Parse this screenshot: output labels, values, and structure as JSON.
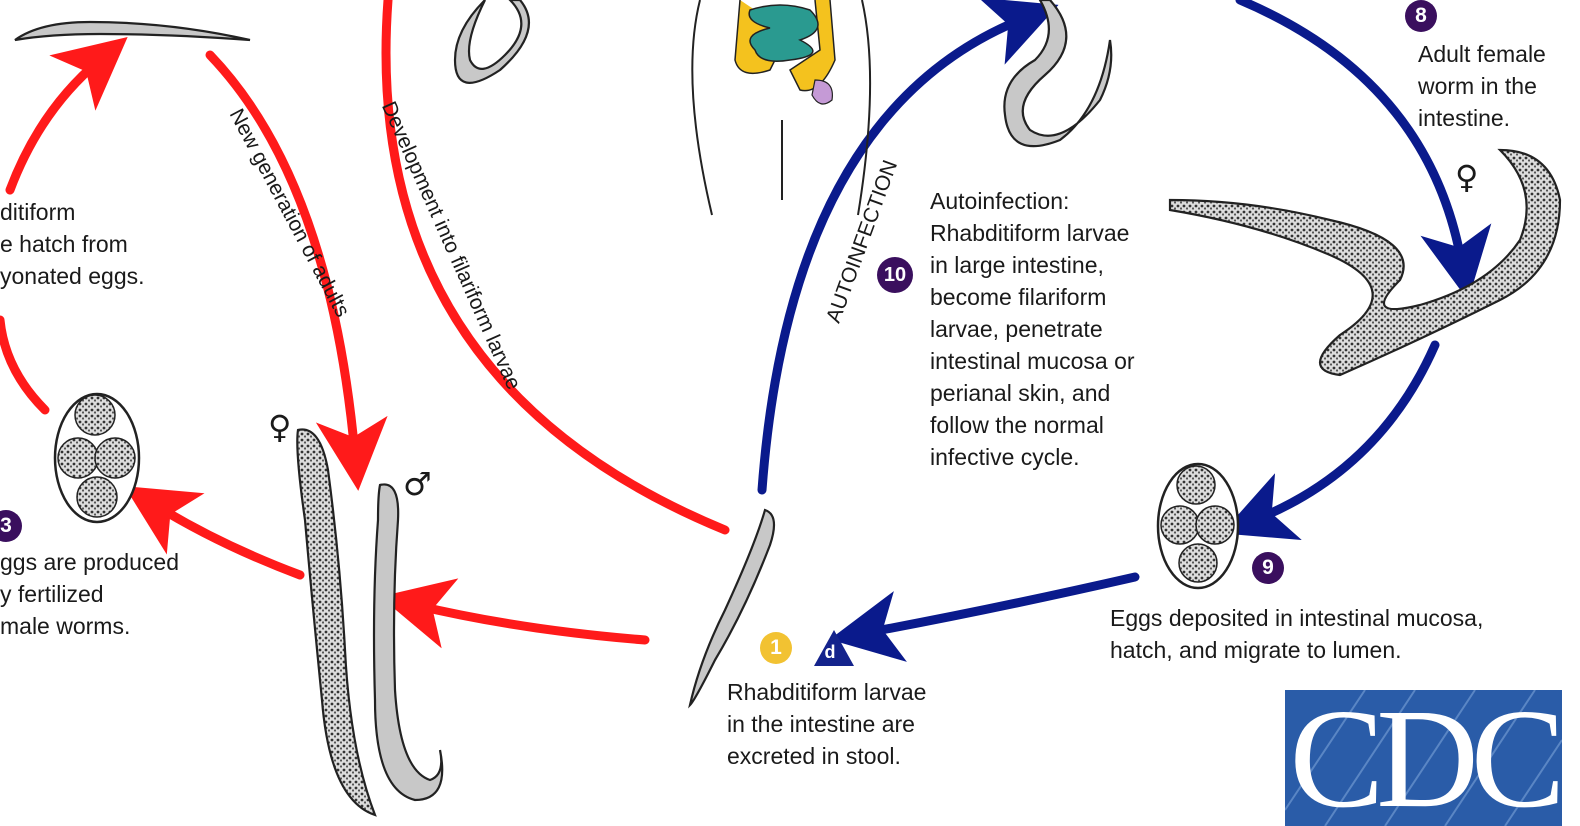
{
  "stages": {
    "s1": {
      "num": "1",
      "dx": "d",
      "text": "Rhabditiform larvae\nin the intestine are\nexcreted in stool."
    },
    "s3": {
      "num": "3",
      "text": "ggs are produced\ny fertilized\nmale worms."
    },
    "s2_partial": {
      "text": "ditiform\ne hatch from\nyonated eggs."
    },
    "s8": {
      "num": "8",
      "text": "Adult female\nworm in the\nintestine."
    },
    "s9": {
      "num": "9",
      "text": "Eggs deposited in intestinal mucosa,\nhatch, and migrate to lumen."
    },
    "s10": {
      "num": "10",
      "text": "Autoinfection:\nRhabditiform larvae\nin large intestine,\nbecome filariform\nlarvae, penetrate\nintestinal mucosa or\nperianal skin, and\nfollow the normal\ninfective cycle."
    }
  },
  "path_labels": {
    "new_generation": "New generation of adults",
    "filariform": "Development into filariform larvae",
    "autoinfection": "AUTOINFECTION"
  },
  "symbols": {
    "female": "♀",
    "male": "♂"
  },
  "logo": {
    "text": "CDC"
  },
  "colors": {
    "free_living_arrow": "#ff1a1a",
    "autoinfection_arrow": "#0a1a8c",
    "badge_purple": "#3a0f5e",
    "badge_yellow": "#f2c232",
    "badge_blue": "#14238c",
    "cdc_blue": "#2a5ca8"
  }
}
